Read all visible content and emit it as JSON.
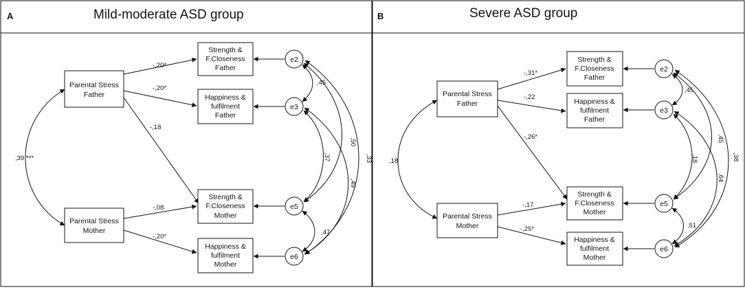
{
  "panels": {
    "a": {
      "letter": "A",
      "title": "Mild-moderate ASD group",
      "nodes": {
        "ps_father": [
          "Parental Stress",
          "Father"
        ],
        "ps_mother": [
          "Parental Stress",
          "Mother"
        ],
        "sfc_father": [
          "Strength &",
          "F.Closeness",
          "Father"
        ],
        "hf_father": [
          "Happiness &",
          "fulfilment",
          "Father"
        ],
        "sfc_mother": [
          "Strength &",
          "F.Closeness",
          "Mother"
        ],
        "hf_mother": [
          "Happiness &",
          "fulfilment",
          "Mother"
        ]
      },
      "errors": [
        "e2",
        "e3",
        "e5",
        "e6"
      ],
      "coefficients": {
        "ps_father_to_sfc_father": "-,20*",
        "ps_father_to_hf_father": "-,20*",
        "ps_father_to_sfc_mother": "-,18",
        "ps_mother_to_sfc_mother": "-,08",
        "ps_mother_to_hf_mother": "-,20*",
        "ps_covariance": ",39 ***",
        "e2_e3": ",45",
        "e2_e5": ",50",
        "e2_e6": ",33",
        "e3_e5": ",37",
        "e3_e6": ",49",
        "e5_e6": ",47"
      }
    },
    "b": {
      "letter": "B",
      "title": "Severe ASD group",
      "nodes": {
        "ps_father": [
          "Parental Stress",
          "Father"
        ],
        "ps_mother": [
          "Parental Stress",
          "Mother"
        ],
        "sfc_father": [
          "Strength &",
          "F.Closeness",
          "Father"
        ],
        "hf_father": [
          "Happiness &",
          "fulfilment",
          "Father"
        ],
        "sfc_mother": [
          "Strength &",
          "F.Closeness",
          "Mother"
        ],
        "hf_mother": [
          "Happiness &",
          "fulfilment",
          "Mother"
        ]
      },
      "errors": [
        "e2",
        "e3",
        "e5",
        "e6"
      ],
      "coefficients": {
        "ps_father_to_sfc_father": "-,31*",
        "ps_father_to_hf_father": "-,22",
        "ps_father_to_sfc_mother": "-,26*",
        "ps_mother_to_sfc_mother": "-,17",
        "ps_mother_to_hf_mother": "-,25*",
        "ps_covariance": ",18",
        "e2_e3": ",45",
        "e2_e5": ",45",
        "e2_e6": ",38",
        "e3_e5": ",18",
        "e3_e6": ",64",
        "e5_e6": ",51"
      }
    }
  }
}
